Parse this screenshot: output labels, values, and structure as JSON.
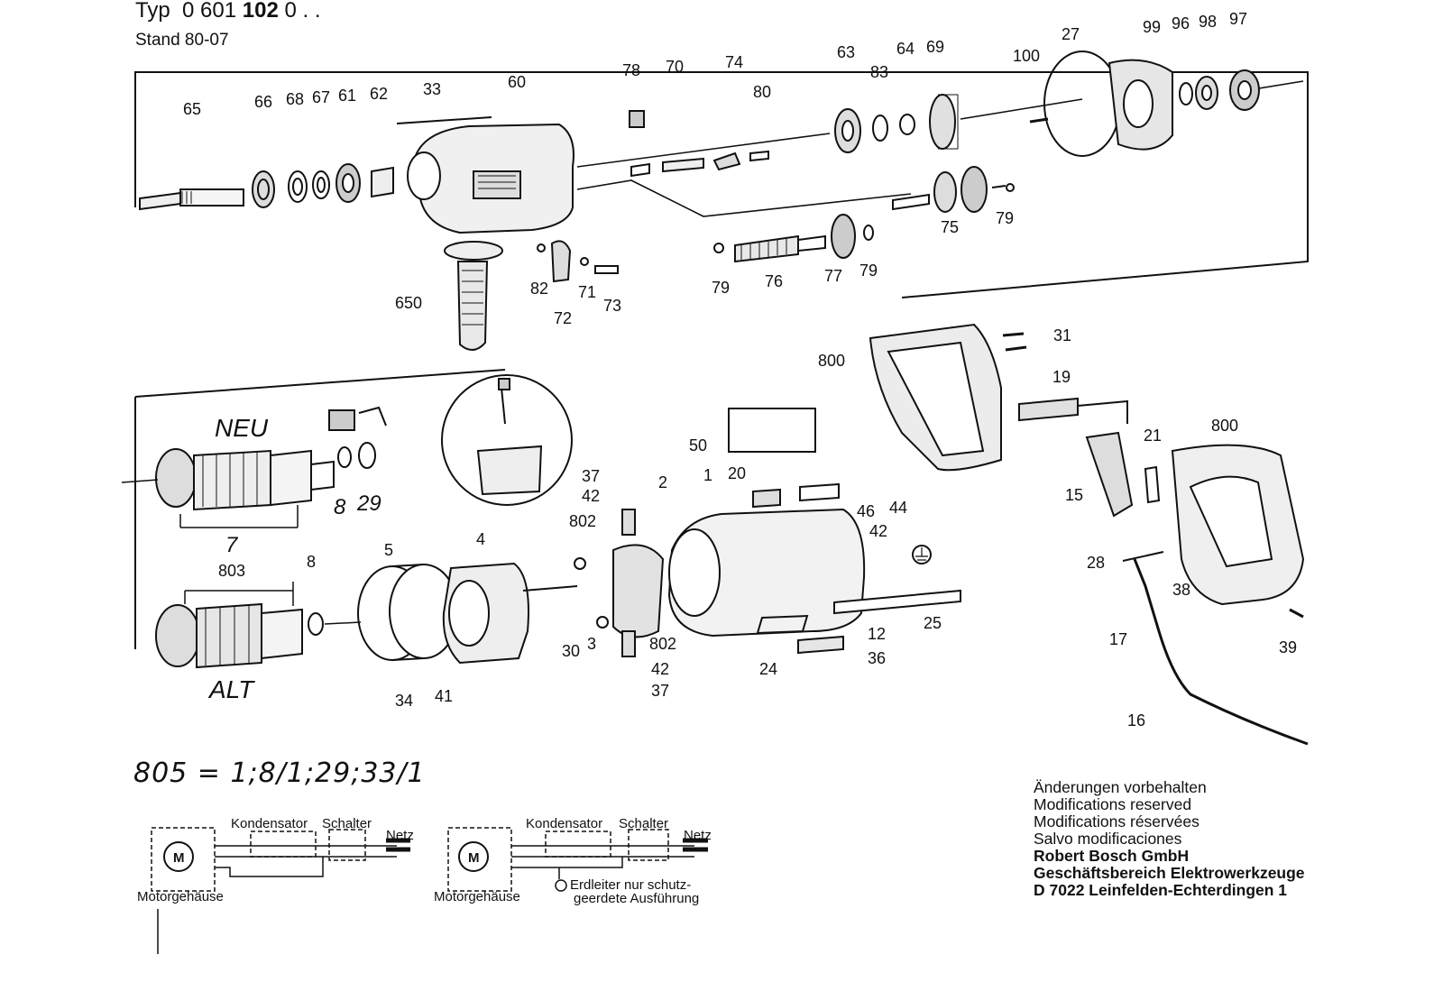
{
  "header": {
    "typ_label": "Typ",
    "typ_number": "0 601 ",
    "typ_number_bold": "102",
    "typ_suffix": " 0 . .",
    "stand": "Stand 80-07"
  },
  "parts_top": [
    "65",
    "66",
    "68",
    "67",
    "61",
    "62",
    "33",
    "60",
    "78",
    "70",
    "74",
    "80",
    "63",
    "83",
    "64",
    "69",
    "100",
    "27",
    "99",
    "96",
    "98",
    "97",
    "75",
    "79",
    "650",
    "82",
    "71",
    "73",
    "72",
    "79",
    "76",
    "77",
    "79"
  ],
  "parts_bottom": [
    "NEU",
    "8",
    "29",
    "7",
    "803",
    "8",
    "ALT",
    "5",
    "4",
    "34",
    "41",
    "37",
    "42",
    "802",
    "2",
    "30",
    "3",
    "802",
    "42",
    "37",
    "1",
    "20",
    "50",
    "46",
    "42",
    "44",
    "24",
    "12",
    "36",
    "25",
    "800",
    "31",
    "19",
    "800",
    "21",
    "15",
    "28",
    "38",
    "17",
    "39",
    "16"
  ],
  "formula": "805 = 1;8/1;29;33/1",
  "wiring": {
    "left": {
      "motor": "M",
      "kondensator": "Kondensator",
      "schalter": "Schalter",
      "netz": "Netz",
      "gehaeuse": "Motorgehäuse"
    },
    "right": {
      "motor": "M",
      "kondensator": "Kondensator",
      "schalter": "Schalter",
      "netz": "Netz",
      "gehaeuse": "Motorgehäuse",
      "erdleiter_1": "Erdleiter nur schutz-",
      "erdleiter_2": "geerdete Ausführung"
    }
  },
  "footer": {
    "line1": "Änderungen vorbehalten",
    "line2": "Modifications reserved",
    "line3": "Modifications réservées",
    "line4": "Salvo modificaciones",
    "line5": "Robert Bosch GmbH",
    "line6": "Geschäftsbereich Elektrowerkzeuge",
    "line7": "D 7022 Leinfelden-Echterdingen 1"
  },
  "colors": {
    "ink": "#111111",
    "paper": "#ffffff"
  }
}
